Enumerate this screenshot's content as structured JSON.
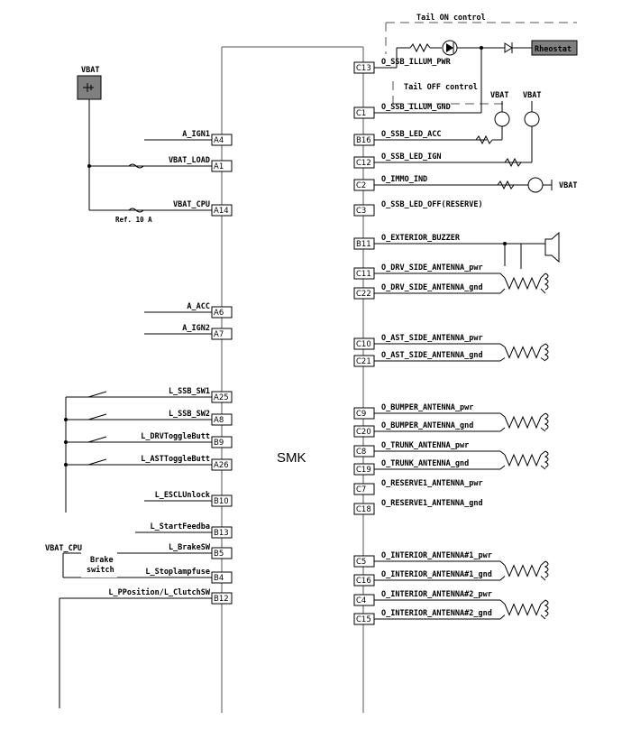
{
  "module": {
    "label": "SMK"
  },
  "top_labels": {
    "tail_on": "Tail ON control",
    "tail_off": "Tail OFF control",
    "rheostat": "Rheostat",
    "vbat_main": "VBAT",
    "vbat_led1": "VBAT",
    "vbat_led2": "VBAT",
    "vbat_immo": "VBAT",
    "fuse_ref": "Ref. 10 A",
    "vbat_cpu": "VBAT_CPU",
    "brake_switch_1": "Brake",
    "brake_switch_2": "switch"
  },
  "left_pins": [
    {
      "pin": "A4",
      "signal": "A_IGN1"
    },
    {
      "pin": "A1",
      "signal": "VBAT_LOAD"
    },
    {
      "pin": "A14",
      "signal": "VBAT_CPU"
    },
    {
      "pin": "A6",
      "signal": "A_ACC"
    },
    {
      "pin": "A7",
      "signal": "A_IGN2"
    },
    {
      "pin": "A25",
      "signal": "L_SSB_SW1"
    },
    {
      "pin": "A8",
      "signal": "L_SSB_SW2"
    },
    {
      "pin": "B9",
      "signal": "L_DRVToggleButt"
    },
    {
      "pin": "A26",
      "signal": "L_ASTToggleButt"
    },
    {
      "pin": "B10",
      "signal": "L_ESCLUnlock"
    },
    {
      "pin": "B13",
      "signal": "L_StartFeedba"
    },
    {
      "pin": "B5",
      "signal": "L_BrakeSW"
    },
    {
      "pin": "B4",
      "signal": "L_Stoplampfuse"
    },
    {
      "pin": "B12",
      "signal": "L_PPosition/L_ClutchSW"
    }
  ],
  "right_pins": [
    {
      "pin": "C13",
      "signal": "O_SSB_ILLUM_PWR"
    },
    {
      "pin": "C1",
      "signal": "O_SSB_ILLUM_GND"
    },
    {
      "pin": "B16",
      "signal": "O_SSB_LED_ACC"
    },
    {
      "pin": "C12",
      "signal": "O_SSB_LED_IGN"
    },
    {
      "pin": "C2",
      "signal": "O_IMMO_IND"
    },
    {
      "pin": "C3",
      "signal": "O_SSB_LED_OFF(RESERVE)"
    },
    {
      "pin": "B11",
      "signal": "O_EXTERIOR_BUZZER"
    },
    {
      "pin": "C11",
      "signal": "O_DRV_SIDE_ANTENNA_pwr"
    },
    {
      "pin": "C22",
      "signal": "O_DRV_SIDE_ANTENNA_gnd"
    },
    {
      "pin": "C10",
      "signal": "O_AST_SIDE_ANTENNA_pwr"
    },
    {
      "pin": "C21",
      "signal": "O_AST_SIDE_ANTENNA_gnd"
    },
    {
      "pin": "C9",
      "signal": "O_BUMPER_ANTENNA_pwr"
    },
    {
      "pin": "C20",
      "signal": "O_BUMPER_ANTENNA_gnd"
    },
    {
      "pin": "C8",
      "signal": "O_TRUNK_ANTENNA_pwr"
    },
    {
      "pin": "C19",
      "signal": "O_TRUNK_ANTENNA_gnd"
    },
    {
      "pin": "C7",
      "signal": "O_RESERVE1_ANTENNA_pwr"
    },
    {
      "pin": "C18",
      "signal": "O_RESERVE1_ANTENNA_gnd"
    },
    {
      "pin": "C5",
      "signal": "O_INTERIOR_ANTENNA#1_pwr"
    },
    {
      "pin": "C16",
      "signal": "O_INTERIOR_ANTENNA#1_gnd"
    },
    {
      "pin": "C4",
      "signal": "O_INTERIOR_ANTENNA#2_pwr"
    },
    {
      "pin": "C15",
      "signal": "O_INTERIOR_ANTENNA#2_gnd"
    }
  ]
}
